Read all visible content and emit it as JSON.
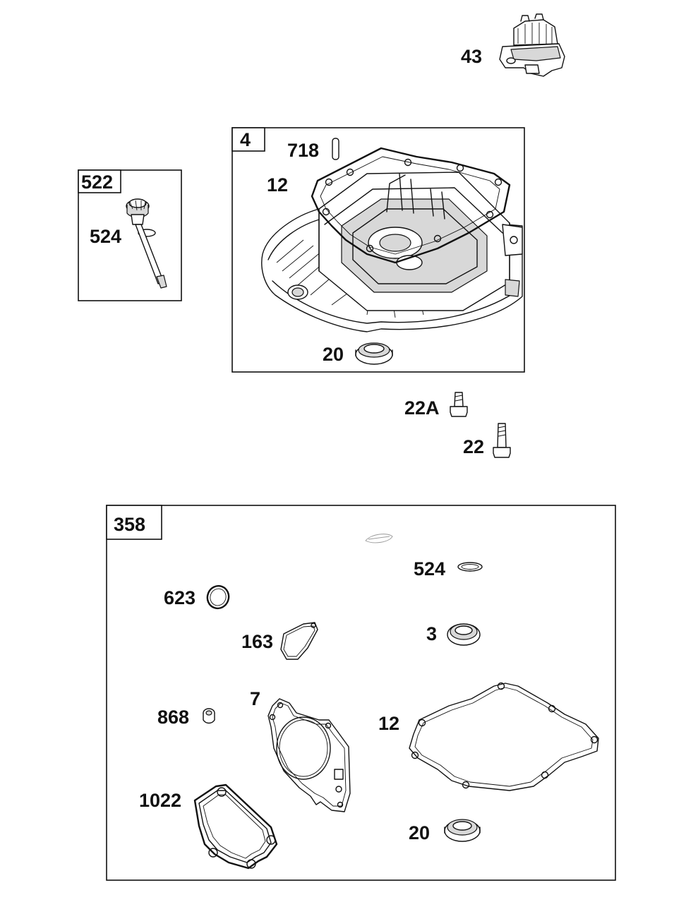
{
  "diagram": {
    "boxes": {
      "crankcase_cover": {
        "label": "4"
      },
      "dipstick_assembly": {
        "label": "522"
      },
      "gasket_set": {
        "label": "358"
      }
    },
    "part_labels": {
      "governor_gear": "43",
      "dowel_pin": "718",
      "cover_gasket": "12",
      "dipstick": "524",
      "cover_oil_seal": "20",
      "screw_short": "22A",
      "screw_long": "22",
      "kit_o_ring": "524",
      "kit_o_ring_large": "623",
      "kit_seal_3": "3",
      "kit_gasket_163": "163",
      "kit_head_gasket": "7",
      "kit_plug": "868",
      "kit_sump_gasket": "12",
      "kit_valve_cover_gasket": "1022",
      "kit_oil_seal": "20"
    }
  }
}
